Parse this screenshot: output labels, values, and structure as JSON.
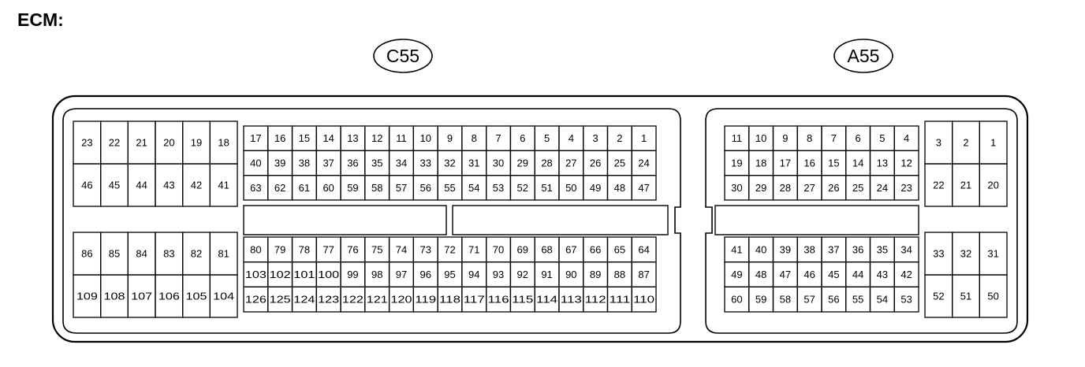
{
  "title": "ECM:",
  "connectors": [
    {
      "id": "C55",
      "label": "C55",
      "blocks": {
        "upper_left": [
          [
            "23",
            "22",
            "21",
            "20",
            "19",
            "18"
          ],
          [
            "46",
            "45",
            "44",
            "43",
            "42",
            "41"
          ]
        ],
        "upper_main": [
          [
            "17",
            "16",
            "15",
            "14",
            "13",
            "12",
            "11",
            "10",
            "9",
            "8",
            "7",
            "6",
            "5",
            "4",
            "3",
            "2",
            "1"
          ],
          [
            "40",
            "39",
            "38",
            "37",
            "36",
            "35",
            "34",
            "33",
            "32",
            "31",
            "30",
            "29",
            "28",
            "27",
            "26",
            "25",
            "24"
          ],
          [
            "63",
            "62",
            "61",
            "60",
            "59",
            "58",
            "57",
            "56",
            "55",
            "54",
            "53",
            "52",
            "51",
            "50",
            "49",
            "48",
            "47"
          ]
        ],
        "lower_left": [
          [
            "86",
            "85",
            "84",
            "83",
            "82",
            "81"
          ],
          [
            "109",
            "108",
            "107",
            "106",
            "105",
            "104"
          ]
        ],
        "lower_main": [
          [
            "80",
            "79",
            "78",
            "77",
            "76",
            "75",
            "74",
            "73",
            "72",
            "71",
            "70",
            "69",
            "68",
            "67",
            "66",
            "65",
            "64"
          ],
          [
            "103",
            "102",
            "101",
            "100",
            "99",
            "98",
            "97",
            "96",
            "95",
            "94",
            "93",
            "92",
            "91",
            "90",
            "89",
            "88",
            "87"
          ],
          [
            "126",
            "125",
            "124",
            "123",
            "122",
            "121",
            "120",
            "119",
            "118",
            "117",
            "116",
            "115",
            "114",
            "113",
            "112",
            "111",
            "110"
          ]
        ]
      }
    },
    {
      "id": "A55",
      "label": "A55",
      "blocks": {
        "upper_main": [
          [
            "11",
            "10",
            "9",
            "8",
            "7",
            "6",
            "5",
            "4"
          ],
          [
            "19",
            "18",
            "17",
            "16",
            "15",
            "14",
            "13",
            "12"
          ],
          [
            "30",
            "29",
            "28",
            "27",
            "26",
            "25",
            "24",
            "23"
          ]
        ],
        "upper_right": [
          [
            "3",
            "2",
            "1"
          ],
          [
            "22",
            "21",
            "20"
          ]
        ],
        "lower_main": [
          [
            "41",
            "40",
            "39",
            "38",
            "37",
            "36",
            "35",
            "34"
          ],
          [
            "49",
            "48",
            "47",
            "46",
            "45",
            "44",
            "43",
            "42"
          ],
          [
            "60",
            "59",
            "58",
            "57",
            "56",
            "55",
            "54",
            "53"
          ]
        ],
        "lower_right": [
          [
            "33",
            "32",
            "31"
          ],
          [
            "52",
            "51",
            "50"
          ]
        ]
      }
    }
  ]
}
